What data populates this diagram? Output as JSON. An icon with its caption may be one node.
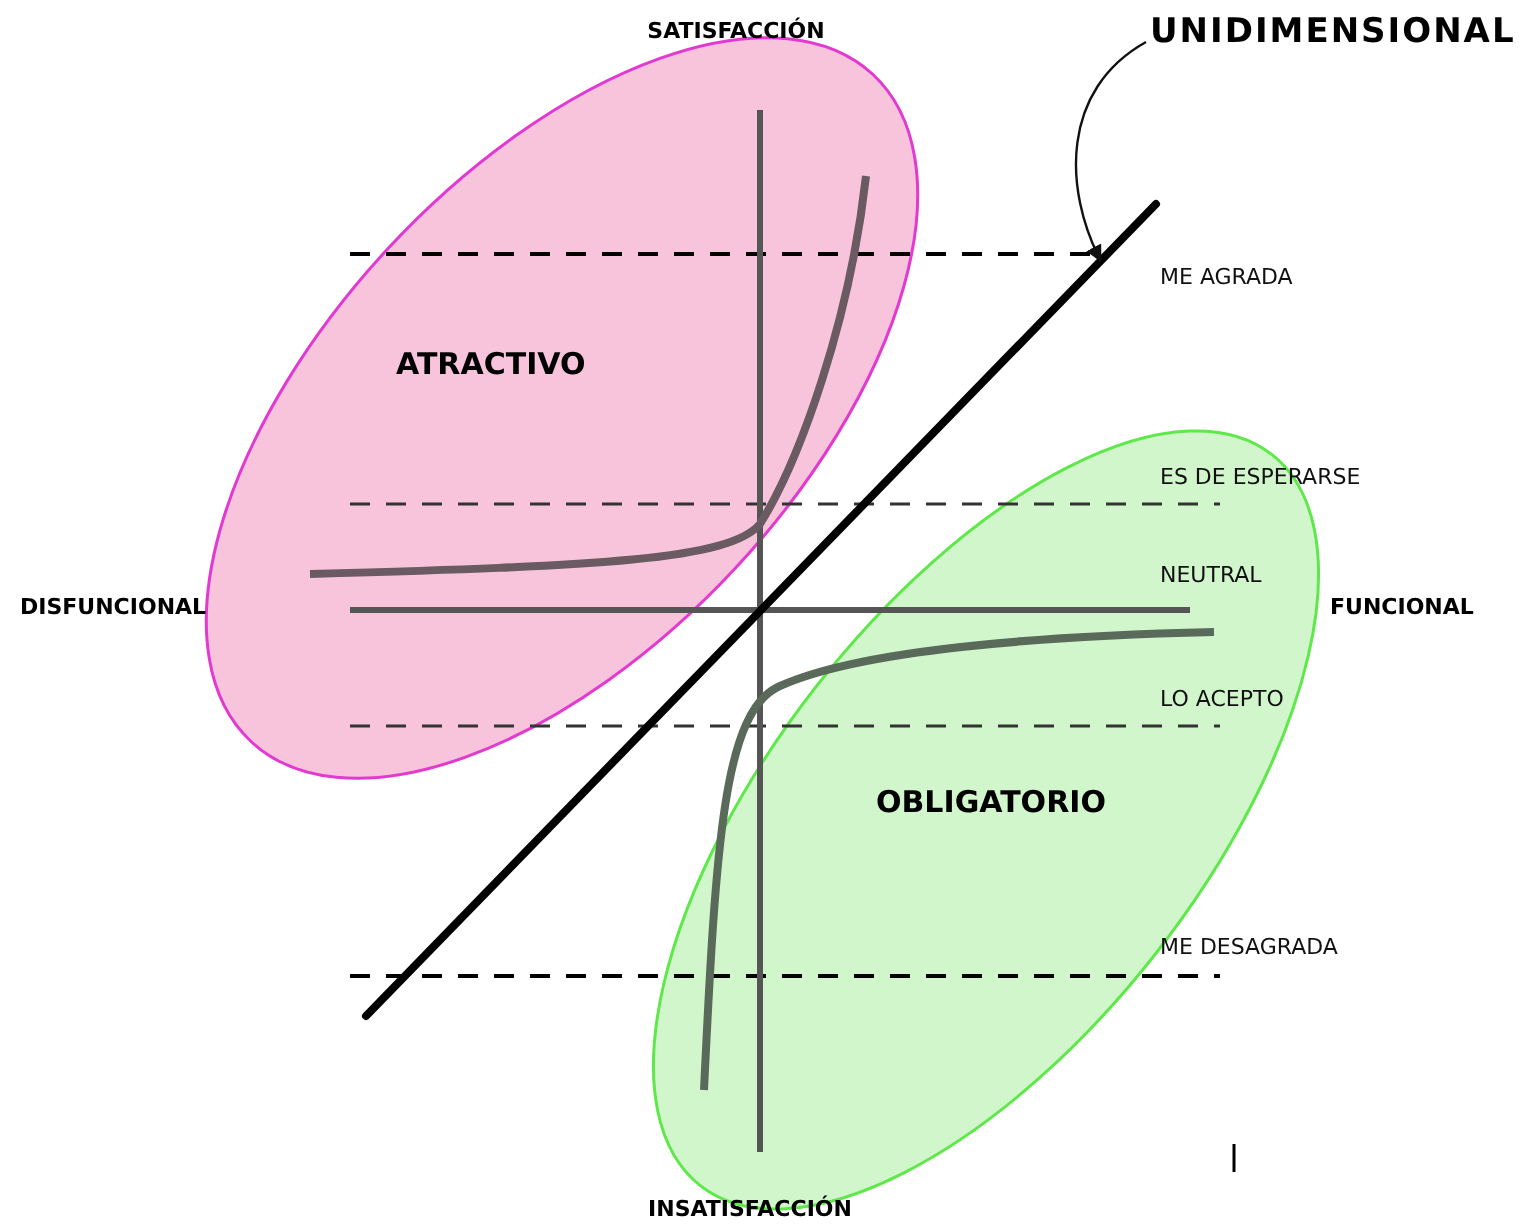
{
  "diagram": {
    "nodes": [
      {
        "text": [
          "UNIDIMENSIONAL"
        ]
      },
      {
        "text": [],
        "shape": "line"
      },
      {
        "text": [
          "ATRACTIVO"
        ]
      },
      {
        "text": [
          "OBLIGATORIO"
        ]
      }
    ],
    "edges": [
      {
        "from": 0,
        "to": 1,
        "arrow": "to"
      }
    ],
    "labels": [
      "SATISFACCIÓN",
      "ME AGRADA",
      "ES DE ESPERARSE",
      "DISFUNCIONAL",
      "NEUTRAL",
      "FUNCIONAL",
      "LO ACEPTO",
      "ME DESAGRADA",
      "INSATISFACCIÓN"
    ]
  }
}
